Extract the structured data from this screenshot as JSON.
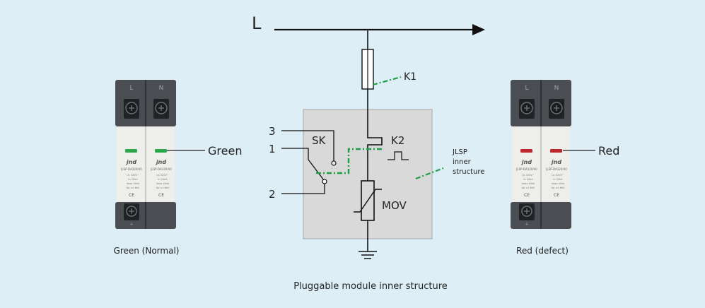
{
  "diagram": {
    "line_label": "L",
    "fuse_label": "K1",
    "switch_k2_label": "K2",
    "sk_label": "SK",
    "mov_label": "MOV",
    "terminal_1": "1",
    "terminal_2": "2",
    "terminal_3": "3",
    "jlsp_note": [
      "JLSP",
      "inner",
      "structure"
    ],
    "green_callout": "Green",
    "red_callout": "Red",
    "left_caption": "Green (Normal)",
    "right_caption": "Red (defect)",
    "bottom_caption": "Pluggable module inner structure"
  },
  "modules": {
    "left": {
      "poles": [
        "L",
        "N"
      ],
      "brand": "jnd",
      "model": "JLSP-DA320/40",
      "specs": [
        "Uc 320V~",
        "In 20kA",
        "Imax 40kA",
        "Up ≤1.6kV"
      ],
      "mark": "CE",
      "indicator_color": "#2aa84a"
    },
    "right": {
      "poles": [
        "L",
        "N"
      ],
      "brand": "jnd",
      "model": "JLSP-DA320/40",
      "specs": [
        "Uc 320V~",
        "In 20kA",
        "Imax 40kA",
        "Up ≤1.6kV"
      ],
      "mark": "CE",
      "indicator_color": "#c0262d"
    }
  },
  "colors": {
    "background": "#ddeef7",
    "dash_line": "#1e9e45",
    "inner_box": "#d9d9d9",
    "housing_dark": "#4a4d52",
    "housing_light": "#eeeeea"
  }
}
